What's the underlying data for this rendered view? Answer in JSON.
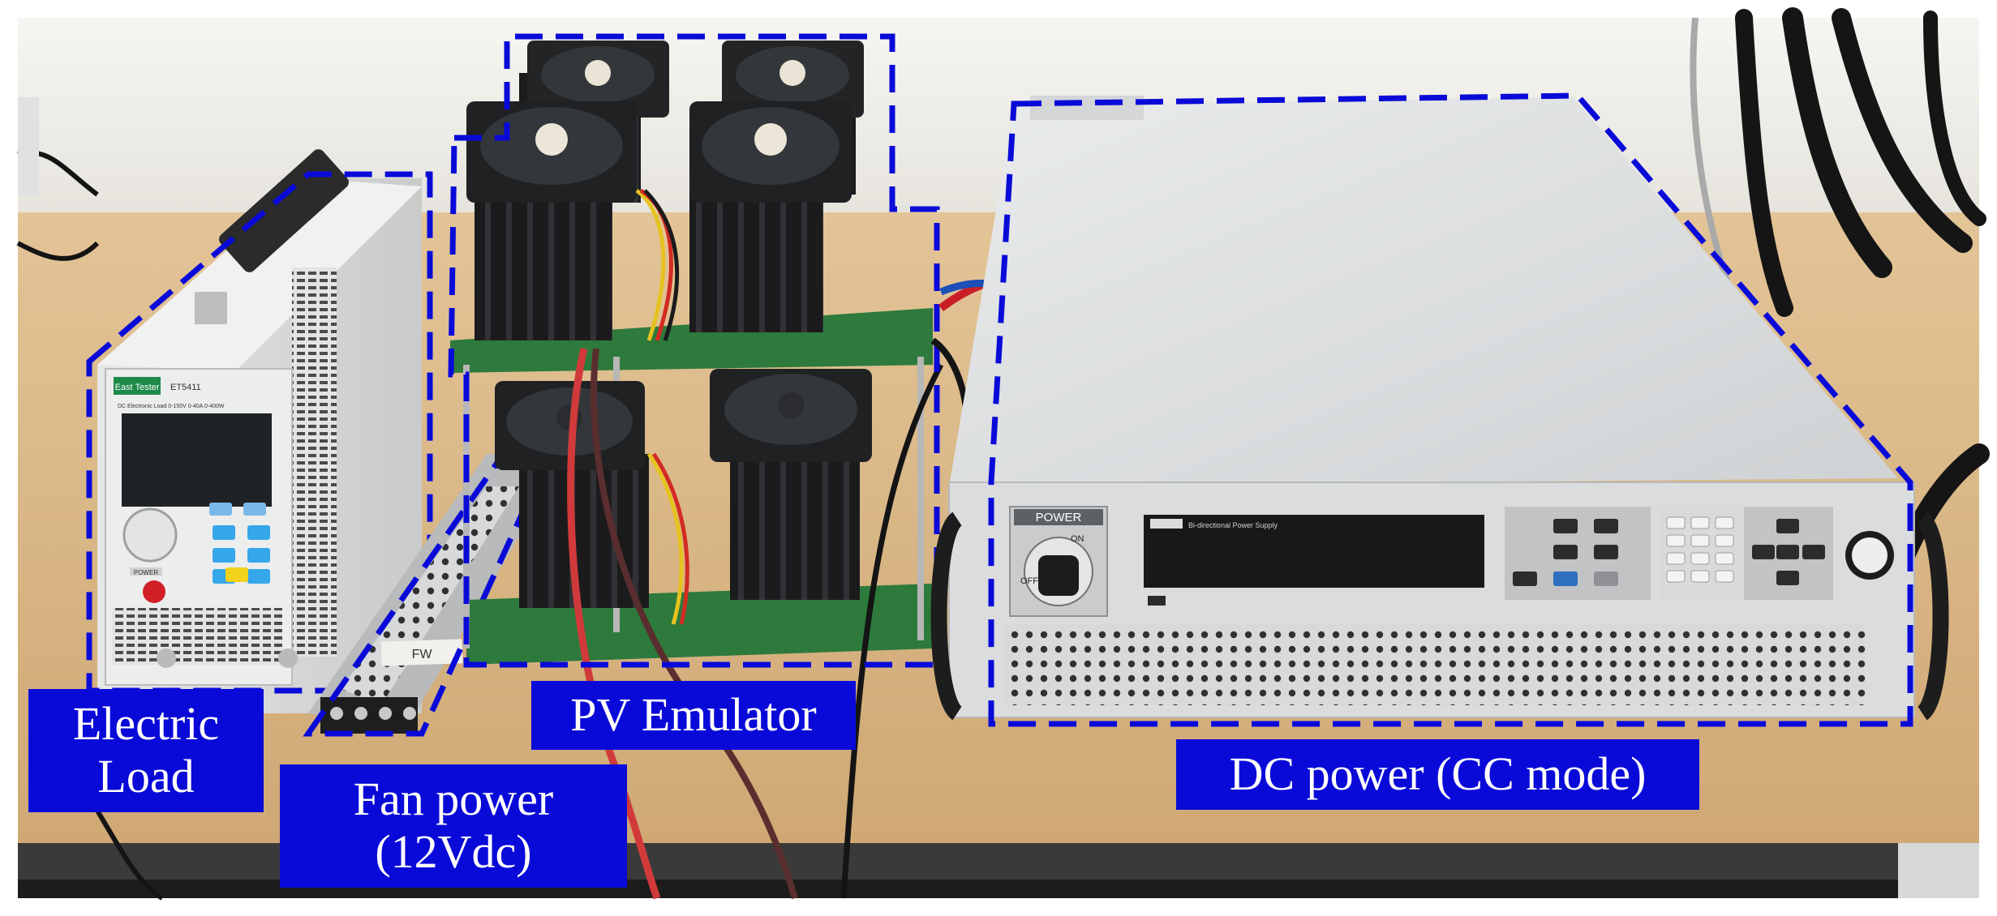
{
  "labels": {
    "electric_load": [
      "Electric",
      "Load"
    ],
    "pv_emulator": "PV Emulator",
    "fan_power": [
      "Fan power",
      "(12Vdc)"
    ],
    "dc_power": "DC power (CC mode)"
  },
  "device_text": {
    "load_brand": "East Tester",
    "load_model": "ET5411",
    "load_panel_caption": "DC Electronic Load  0-150V  0-40A  0-400W",
    "load_power_key": "POWER",
    "supply_power_label": "POWER",
    "supply_on": "ON",
    "supply_off": "OFF",
    "supply_model_caption": "Bi-directional Power Supply",
    "fan_psu_mark": "FW"
  },
  "colors": {
    "annotation_blue": "#0a0ad8",
    "label_text": "#ffffff",
    "desk": "#dcb98a",
    "wall": "#f1f0eb",
    "pcb_green": "#2d7a3c",
    "heatsink_black": "#1c1c1e",
    "chassis_gray": "#d8dadb"
  }
}
